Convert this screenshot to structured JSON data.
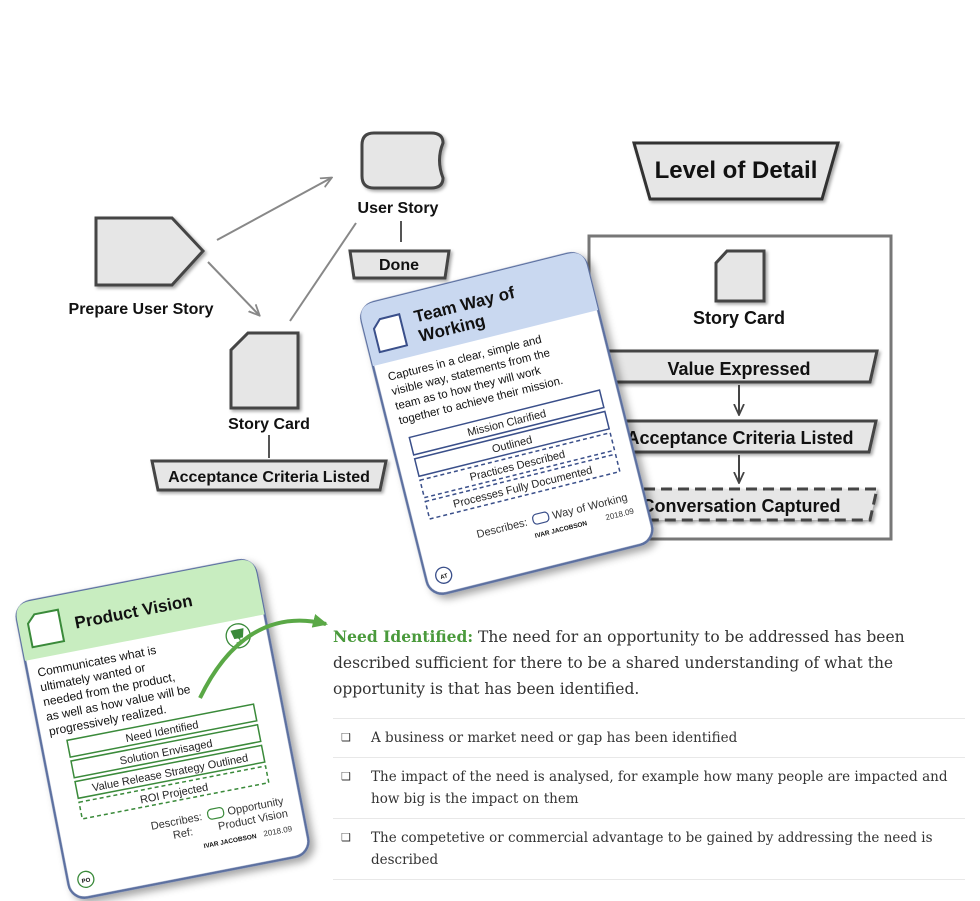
{
  "diagram": {
    "prepare_user_story": "Prepare User Story",
    "user_story": "User Story",
    "done": "Done",
    "story_card": "Story Card",
    "acceptance_criteria_listed": "Acceptance Criteria Listed"
  },
  "level_of_detail": {
    "title": "Level of Detail",
    "story_card": "Story Card",
    "states": [
      "Value Expressed",
      "Acceptance Criteria Listed",
      "Conversation Captured"
    ]
  },
  "way_of_working_card": {
    "title": "Team Way of Working",
    "title_lines": [
      "Team Way of",
      "Working"
    ],
    "description_lines": [
      "Captures in a clear, simple and",
      "visible way, statements from the",
      "team as to how they will work",
      "together to achieve their mission."
    ],
    "states": [
      "Mission Clarified",
      "Outlined",
      "Practices Described",
      "Processes Fully Documented"
    ],
    "describes_label": "Describes:",
    "describes_value": "Way of Working",
    "version": "2018.09",
    "badge": "AT",
    "logo_text": "IVAR JACOBSON"
  },
  "product_vision_card": {
    "title": "Product Vision",
    "description_lines": [
      "Communicates what is",
      "ultimately wanted or",
      "needed from the product,",
      "as well as how value will be",
      "progressively realized."
    ],
    "states": [
      "Need Identified",
      "Solution Envisaged",
      "Value Release Strategy Outlined",
      "ROI Projected"
    ],
    "describes_label": "Describes:",
    "describes_value": "Opportunity",
    "ref_label": "Ref:",
    "ref_value": "Product Vision",
    "version": "2018.09",
    "badge": "PO",
    "logo_text": "IVAR JACOBSON"
  },
  "need_identified": {
    "title": "Need Identified:",
    "description": "The need for an opportunity to be addressed has been described sufficient for there to be a shared understanding of what the opportunity is that has been identified.",
    "checklist": [
      "A business or market need or gap has been identified",
      "The impact of the need is analysed, for example how many people are impacted and how big is the impact on them",
      "The competetive or commercial advantage to be gained by addressing the need is described"
    ],
    "checkbox_glyph": "❑"
  },
  "colors": {
    "accent_green": "#4a9a3c",
    "card_blue": "#c9d8f0",
    "card_green": "#c8edc0",
    "shape_fill": "#e6e6e6",
    "outline": "#333333"
  }
}
